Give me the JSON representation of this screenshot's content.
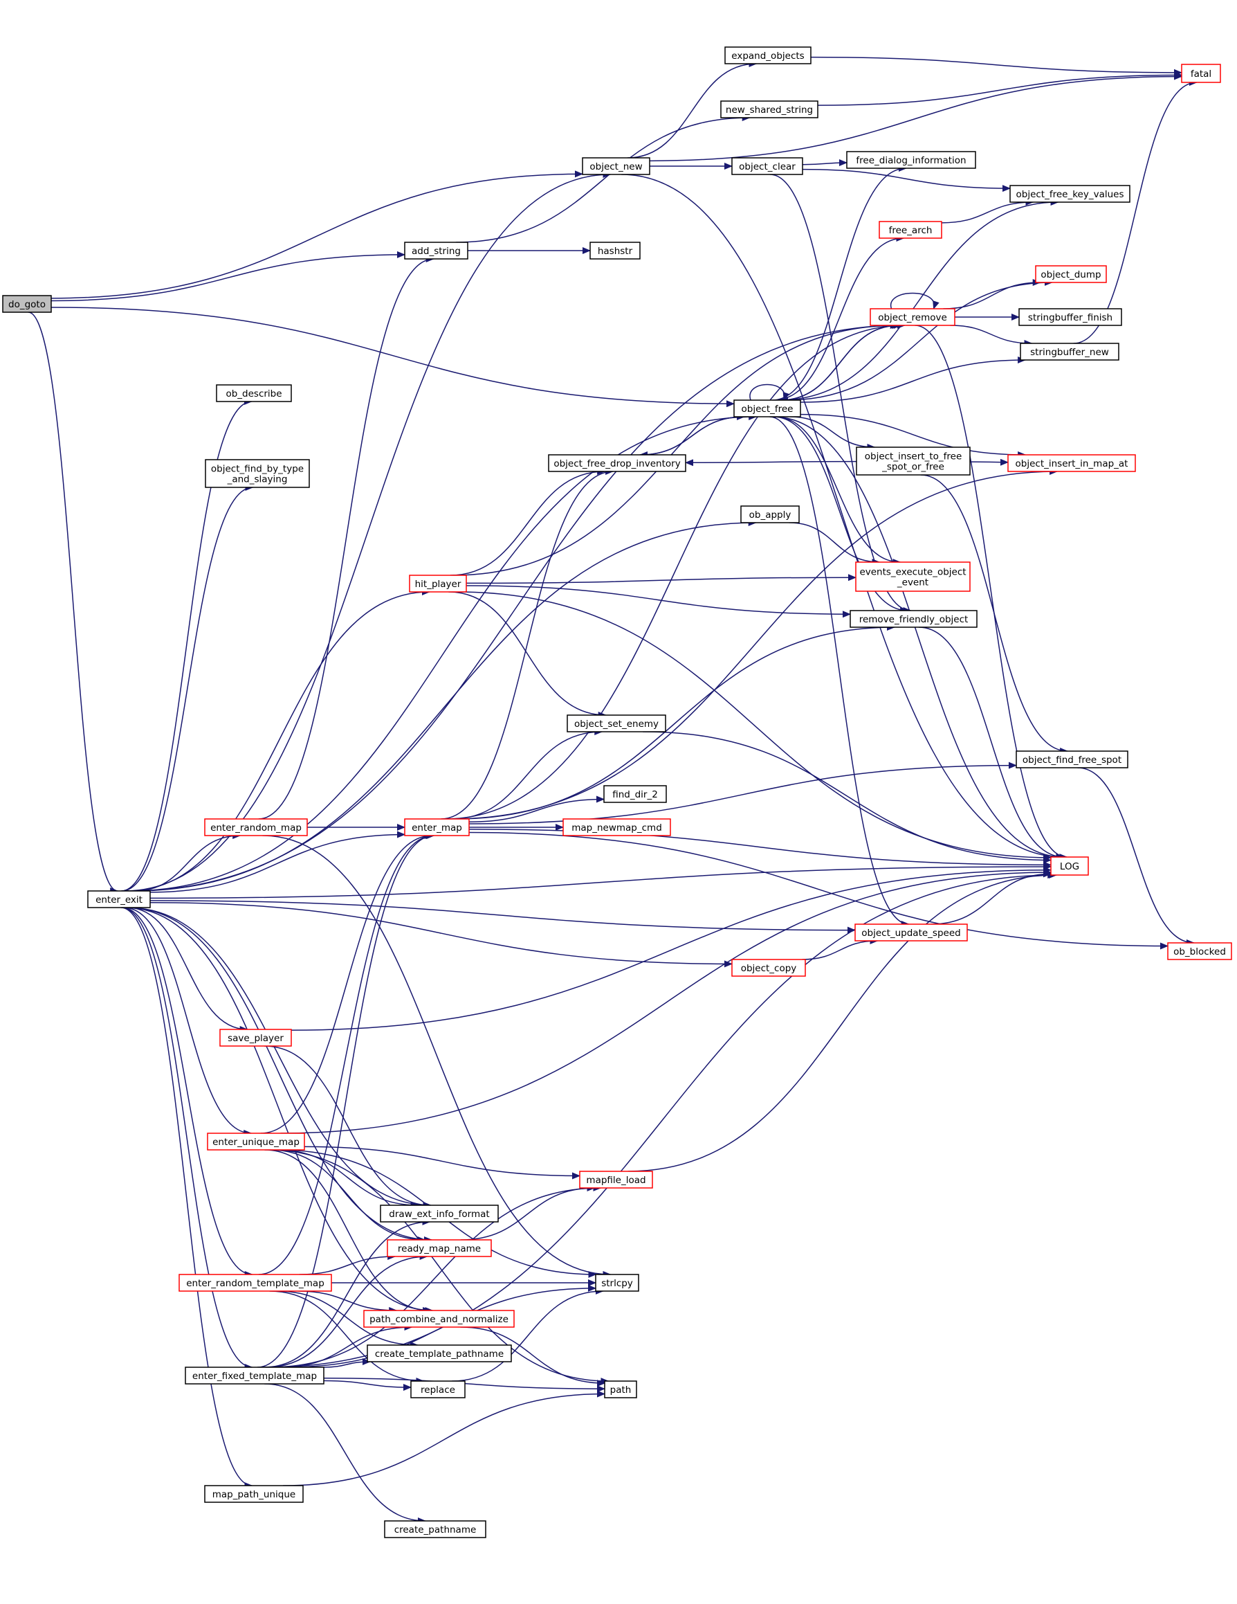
{
  "colors": {
    "edge": "#191970",
    "node_border_default": "#000000",
    "node_border_truncated": "#ff0000",
    "node_fill_root": "#bfbfbf",
    "node_fill_default": "#ffffff"
  },
  "nodes": [
    {
      "id": "do_goto",
      "lines": [
        "do_goto"
      ],
      "kind": "root"
    },
    {
      "id": "enter_exit",
      "lines": [
        "enter_exit"
      ],
      "kind": "normal"
    },
    {
      "id": "object_new",
      "lines": [
        "object_new"
      ],
      "kind": "normal"
    },
    {
      "id": "add_string",
      "lines": [
        "add_string"
      ],
      "kind": "normal"
    },
    {
      "id": "object_remove",
      "lines": [
        "object_remove"
      ],
      "kind": "truncated"
    },
    {
      "id": "object_free",
      "lines": [
        "object_free"
      ],
      "kind": "normal"
    },
    {
      "id": "expand_objects",
      "lines": [
        "expand_objects"
      ],
      "kind": "normal"
    },
    {
      "id": "fatal",
      "lines": [
        "fatal"
      ],
      "kind": "truncated"
    },
    {
      "id": "new_shared_string",
      "lines": [
        "new_shared_string"
      ],
      "kind": "normal"
    },
    {
      "id": "object_clear",
      "lines": [
        "object_clear"
      ],
      "kind": "normal"
    },
    {
      "id": "free_dialog_information",
      "lines": [
        "free_dialog_information"
      ],
      "kind": "normal"
    },
    {
      "id": "object_free_key_values",
      "lines": [
        "object_free_key_values"
      ],
      "kind": "normal"
    },
    {
      "id": "hashstr",
      "lines": [
        "hashstr"
      ],
      "kind": "normal"
    },
    {
      "id": "free_arch",
      "lines": [
        "free_arch"
      ],
      "kind": "truncated"
    },
    {
      "id": "object_dump",
      "lines": [
        "object_dump"
      ],
      "kind": "truncated"
    },
    {
      "id": "stringbuffer_finish",
      "lines": [
        "stringbuffer_finish"
      ],
      "kind": "normal"
    },
    {
      "id": "stringbuffer_new",
      "lines": [
        "stringbuffer_new"
      ],
      "kind": "normal"
    },
    {
      "id": "ob_describe",
      "lines": [
        "ob_describe"
      ],
      "kind": "normal"
    },
    {
      "id": "object_find_by_type_and_slaying",
      "lines": [
        "object_find_by_type",
        "_and_slaying"
      ],
      "kind": "normal"
    },
    {
      "id": "object_free_drop_inventory",
      "lines": [
        "object_free_drop_inventory"
      ],
      "kind": "normal"
    },
    {
      "id": "object_insert_to_free_spot_or_free",
      "lines": [
        "object_insert_to_free",
        "_spot_or_free"
      ],
      "kind": "normal"
    },
    {
      "id": "object_insert_in_map_at",
      "lines": [
        "object_insert_in_map_at"
      ],
      "kind": "truncated"
    },
    {
      "id": "ob_apply",
      "lines": [
        "ob_apply"
      ],
      "kind": "normal"
    },
    {
      "id": "events_execute_object_event",
      "lines": [
        "events_execute_object",
        "_event"
      ],
      "kind": "truncated"
    },
    {
      "id": "hit_player",
      "lines": [
        "hit_player"
      ],
      "kind": "truncated"
    },
    {
      "id": "remove_friendly_object",
      "lines": [
        "remove_friendly_object"
      ],
      "kind": "normal"
    },
    {
      "id": "object_set_enemy",
      "lines": [
        "object_set_enemy"
      ],
      "kind": "normal"
    },
    {
      "id": "object_find_free_spot",
      "lines": [
        "object_find_free_spot"
      ],
      "kind": "normal"
    },
    {
      "id": "find_dir_2",
      "lines": [
        "find_dir_2"
      ],
      "kind": "normal"
    },
    {
      "id": "enter_random_map",
      "lines": [
        "enter_random_map"
      ],
      "kind": "truncated"
    },
    {
      "id": "enter_map",
      "lines": [
        "enter_map"
      ],
      "kind": "truncated"
    },
    {
      "id": "map_newmap_cmd",
      "lines": [
        "map_newmap_cmd"
      ],
      "kind": "truncated"
    },
    {
      "id": "LOG",
      "lines": [
        "LOG"
      ],
      "kind": "truncated"
    },
    {
      "id": "object_update_speed",
      "lines": [
        "object_update_speed"
      ],
      "kind": "truncated"
    },
    {
      "id": "object_copy",
      "lines": [
        "object_copy"
      ],
      "kind": "truncated"
    },
    {
      "id": "ob_blocked",
      "lines": [
        "ob_blocked"
      ],
      "kind": "truncated"
    },
    {
      "id": "save_player",
      "lines": [
        "save_player"
      ],
      "kind": "truncated"
    },
    {
      "id": "enter_unique_map",
      "lines": [
        "enter_unique_map"
      ],
      "kind": "truncated"
    },
    {
      "id": "mapfile_load",
      "lines": [
        "mapfile_load"
      ],
      "kind": "truncated"
    },
    {
      "id": "draw_ext_info_format",
      "lines": [
        "draw_ext_info_format"
      ],
      "kind": "normal"
    },
    {
      "id": "ready_map_name",
      "lines": [
        "ready_map_name"
      ],
      "kind": "truncated"
    },
    {
      "id": "enter_random_template_map",
      "lines": [
        "enter_random_template_map"
      ],
      "kind": "truncated"
    },
    {
      "id": "strlcpy",
      "lines": [
        "strlcpy"
      ],
      "kind": "normal"
    },
    {
      "id": "path_combine_and_normalize",
      "lines": [
        "path_combine_and_normalize"
      ],
      "kind": "truncated"
    },
    {
      "id": "create_template_pathname",
      "lines": [
        "create_template_pathname"
      ],
      "kind": "normal"
    },
    {
      "id": "enter_fixed_template_map",
      "lines": [
        "enter_fixed_template_map"
      ],
      "kind": "normal"
    },
    {
      "id": "replace",
      "lines": [
        "replace"
      ],
      "kind": "normal"
    },
    {
      "id": "path",
      "lines": [
        "path"
      ],
      "kind": "normal"
    },
    {
      "id": "map_path_unique",
      "lines": [
        "map_path_unique"
      ],
      "kind": "normal"
    },
    {
      "id": "create_pathname",
      "lines": [
        "create_pathname"
      ],
      "kind": "normal"
    }
  ],
  "edges": [
    [
      "do_goto",
      "object_new"
    ],
    [
      "do_goto",
      "add_string"
    ],
    [
      "do_goto",
      "object_free"
    ],
    [
      "do_goto",
      "enter_exit"
    ],
    [
      "enter_exit",
      "object_new"
    ],
    [
      "enter_exit",
      "object_remove"
    ],
    [
      "enter_exit",
      "ob_describe"
    ],
    [
      "enter_exit",
      "object_free"
    ],
    [
      "enter_exit",
      "object_find_by_type_and_slaying"
    ],
    [
      "enter_exit",
      "ob_apply"
    ],
    [
      "enter_exit",
      "hit_player"
    ],
    [
      "enter_exit",
      "enter_random_map"
    ],
    [
      "enter_exit",
      "enter_map"
    ],
    [
      "enter_exit",
      "LOG"
    ],
    [
      "enter_exit",
      "object_update_speed"
    ],
    [
      "enter_exit",
      "object_copy"
    ],
    [
      "enter_exit",
      "save_player"
    ],
    [
      "enter_exit",
      "enter_unique_map"
    ],
    [
      "enter_exit",
      "draw_ext_info_format"
    ],
    [
      "enter_exit",
      "ready_map_name"
    ],
    [
      "enter_exit",
      "enter_random_template_map"
    ],
    [
      "enter_exit",
      "path_combine_and_normalize"
    ],
    [
      "enter_exit",
      "enter_fixed_template_map"
    ],
    [
      "enter_exit",
      "map_path_unique"
    ],
    [
      "object_new",
      "expand_objects"
    ],
    [
      "object_new",
      "fatal"
    ],
    [
      "object_new",
      "object_clear"
    ],
    [
      "object_new",
      "LOG"
    ],
    [
      "expand_objects",
      "fatal"
    ],
    [
      "new_shared_string",
      "fatal"
    ],
    [
      "stringbuffer_new",
      "fatal"
    ],
    [
      "add_string",
      "new_shared_string"
    ],
    [
      "add_string",
      "hashstr"
    ],
    [
      "object_clear",
      "free_dialog_information"
    ],
    [
      "object_clear",
      "object_free_key_values"
    ],
    [
      "object_clear",
      "remove_friendly_object"
    ],
    [
      "object_free",
      "object_free"
    ],
    [
      "object_free",
      "free_dialog_information"
    ],
    [
      "object_free",
      "object_free_key_values"
    ],
    [
      "object_free",
      "free_arch"
    ],
    [
      "object_free",
      "object_dump"
    ],
    [
      "object_free",
      "object_remove"
    ],
    [
      "object_free",
      "stringbuffer_new"
    ],
    [
      "object_free",
      "object_free_drop_inventory"
    ],
    [
      "object_free",
      "object_insert_to_free_spot_or_free"
    ],
    [
      "object_free",
      "object_insert_in_map_at"
    ],
    [
      "object_free",
      "events_execute_object_event"
    ],
    [
      "object_free",
      "remove_friendly_object"
    ],
    [
      "object_free",
      "object_update_speed"
    ],
    [
      "object_free",
      "LOG"
    ],
    [
      "free_arch",
      "object_free_key_values"
    ],
    [
      "object_remove",
      "object_remove"
    ],
    [
      "object_remove",
      "object_dump"
    ],
    [
      "object_remove",
      "stringbuffer_finish"
    ],
    [
      "object_remove",
      "stringbuffer_new"
    ],
    [
      "object_remove",
      "object_free"
    ],
    [
      "object_remove",
      "LOG"
    ],
    [
      "object_free_drop_inventory",
      "object_free"
    ],
    [
      "object_insert_to_free_spot_or_free",
      "object_free_drop_inventory"
    ],
    [
      "object_insert_to_free_spot_or_free",
      "object_insert_in_map_at"
    ],
    [
      "object_insert_to_free_spot_or_free",
      "object_find_free_spot"
    ],
    [
      "ob_apply",
      "events_execute_object_event"
    ],
    [
      "hit_player",
      "object_remove"
    ],
    [
      "hit_player",
      "object_free_drop_inventory"
    ],
    [
      "hit_player",
      "events_execute_object_event"
    ],
    [
      "hit_player",
      "remove_friendly_object"
    ],
    [
      "hit_player",
      "object_set_enemy"
    ],
    [
      "hit_player",
      "LOG"
    ],
    [
      "remove_friendly_object",
      "LOG"
    ],
    [
      "object_set_enemy",
      "LOG"
    ],
    [
      "object_find_free_spot",
      "ob_blocked"
    ],
    [
      "enter_random_map",
      "add_string"
    ],
    [
      "enter_random_map",
      "enter_map"
    ],
    [
      "enter_random_map",
      "strlcpy"
    ],
    [
      "enter_map",
      "object_remove"
    ],
    [
      "enter_map",
      "object_free_drop_inventory"
    ],
    [
      "enter_map",
      "object_insert_in_map_at"
    ],
    [
      "enter_map",
      "remove_friendly_object"
    ],
    [
      "enter_map",
      "object_set_enemy"
    ],
    [
      "enter_map",
      "object_find_free_spot"
    ],
    [
      "enter_map",
      "find_dir_2"
    ],
    [
      "enter_map",
      "map_newmap_cmd"
    ],
    [
      "enter_map",
      "LOG"
    ],
    [
      "enter_map",
      "ob_blocked"
    ],
    [
      "object_update_speed",
      "LOG"
    ],
    [
      "object_copy",
      "object_update_speed"
    ],
    [
      "save_player",
      "LOG"
    ],
    [
      "save_player",
      "draw_ext_info_format"
    ],
    [
      "enter_unique_map",
      "enter_map"
    ],
    [
      "enter_unique_map",
      "LOG"
    ],
    [
      "enter_unique_map",
      "mapfile_load"
    ],
    [
      "enter_unique_map",
      "draw_ext_info_format"
    ],
    [
      "enter_unique_map",
      "ready_map_name"
    ],
    [
      "enter_unique_map",
      "strlcpy"
    ],
    [
      "enter_unique_map",
      "path_combine_and_normalize"
    ],
    [
      "enter_unique_map",
      "path"
    ],
    [
      "mapfile_load",
      "LOG"
    ],
    [
      "ready_map_name",
      "mapfile_load"
    ],
    [
      "enter_random_template_map",
      "enter_map"
    ],
    [
      "enter_random_template_map",
      "ready_map_name"
    ],
    [
      "enter_random_template_map",
      "strlcpy"
    ],
    [
      "enter_random_template_map",
      "path_combine_and_normalize"
    ],
    [
      "enter_random_template_map",
      "create_template_pathname"
    ],
    [
      "enter_random_template_map",
      "replace"
    ],
    [
      "path_combine_and_normalize",
      "path"
    ],
    [
      "enter_fixed_template_map",
      "enter_map"
    ],
    [
      "enter_fixed_template_map",
      "draw_ext_info_format"
    ],
    [
      "enter_fixed_template_map",
      "ready_map_name"
    ],
    [
      "enter_fixed_template_map",
      "path_combine_and_normalize"
    ],
    [
      "enter_fixed_template_map",
      "create_template_pathname"
    ],
    [
      "enter_fixed_template_map",
      "replace"
    ],
    [
      "enter_fixed_template_map",
      "mapfile_load"
    ],
    [
      "enter_fixed_template_map",
      "strlcpy"
    ],
    [
      "enter_fixed_template_map",
      "path"
    ],
    [
      "enter_fixed_template_map",
      "LOG"
    ],
    [
      "enter_fixed_template_map",
      "create_pathname"
    ],
    [
      "replace",
      "strlcpy"
    ],
    [
      "map_path_unique",
      "path"
    ]
  ]
}
